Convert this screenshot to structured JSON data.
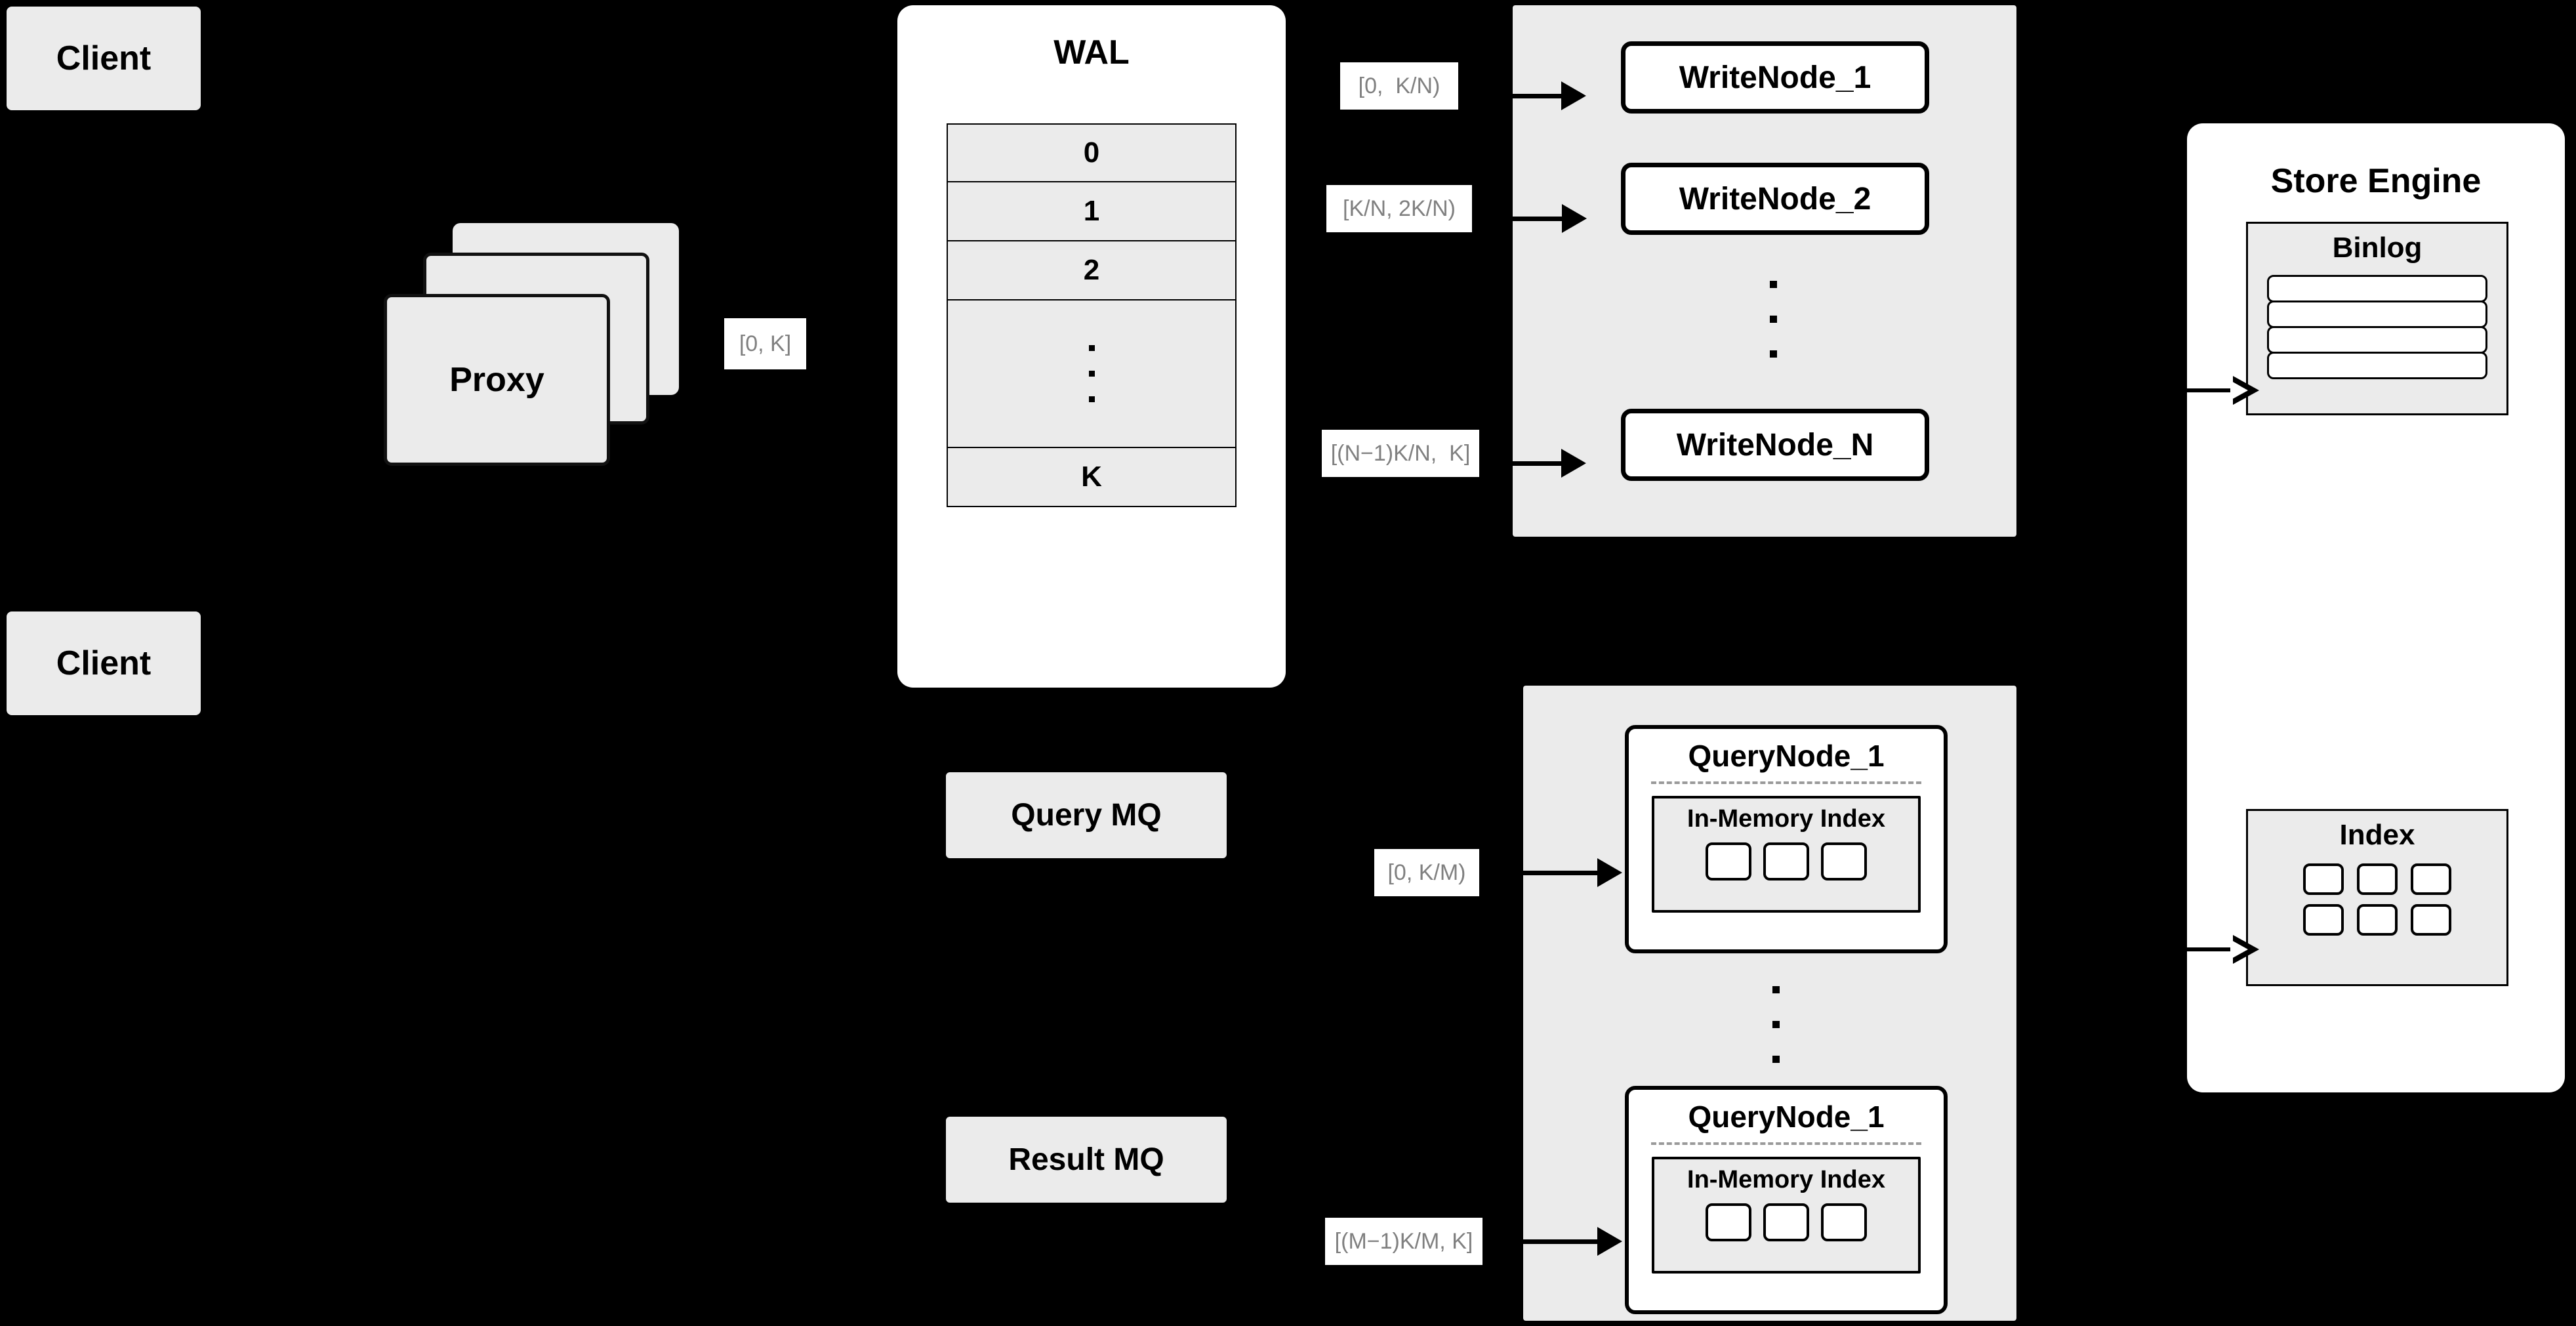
{
  "diagram": {
    "title": "Distributed write/query architecture",
    "background_color": "#000000",
    "box_fill": "#ebebeb",
    "node_fill": "#ffffff",
    "label_text_color": "#808080"
  },
  "clients": [
    {
      "label": "Client"
    },
    {
      "label": "Client"
    }
  ],
  "proxy": {
    "label": "Proxy",
    "stack_count": 3
  },
  "proxy_range_label": "[0, K]",
  "wal": {
    "title": "WAL",
    "cells": [
      "0",
      "1",
      "2"
    ],
    "ellipsis_dots": 3,
    "last_cell": "K"
  },
  "queues": [
    {
      "label": "Query MQ"
    },
    {
      "label": "Result MQ"
    }
  ],
  "write_group": {
    "nodes": [
      {
        "label": "WriteNode_1",
        "range": "[0,  K/N)"
      },
      {
        "label": "WriteNode_2",
        "range": "[K/N, 2K/N)"
      },
      {
        "label": "WriteNode_N",
        "range": "[(N−1)K/N,  K]"
      }
    ],
    "ellipsis_dots": 3
  },
  "query_group": {
    "nodes": [
      {
        "label": "QueryNode_1",
        "range": "[0, K/M)",
        "inner": {
          "title": "In-Memory Index",
          "cell_count": 3
        }
      },
      {
        "label": "QueryNode_1",
        "range": "[(M−1)K/M, K]",
        "inner": {
          "title": "In-Memory Index",
          "cell_count": 3
        }
      }
    ],
    "ellipsis_dots": 3
  },
  "store_engine": {
    "title": "Store Engine",
    "binlog": {
      "title": "Binlog",
      "row_count": 4
    },
    "index": {
      "title": "Index",
      "cell_count": 6,
      "columns": 3,
      "rows": 2
    }
  }
}
